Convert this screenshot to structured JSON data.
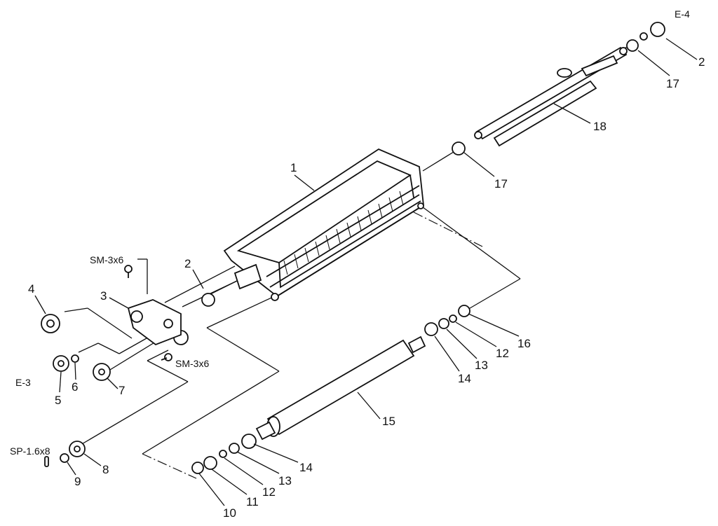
{
  "diagram": {
    "labels": {
      "l1": "1",
      "l2a": "2",
      "l2b": "2",
      "l3": "3",
      "l4": "4",
      "l5": "5",
      "l6": "6",
      "l7": "7",
      "l8": "8",
      "l9": "9",
      "l10": "10",
      "l11": "11",
      "l12a": "12",
      "l12b": "12",
      "l13a": "13",
      "l13b": "13",
      "l14a": "14",
      "l14b": "14",
      "l15": "15",
      "l16": "16",
      "l17a": "17",
      "l17b": "17",
      "l18": "18",
      "e4": "E-4",
      "e3": "E-3",
      "sm3x6a": "SM-3x6",
      "sm3x6b": "SM-3x6",
      "sp16x8": "SP-1.6x8"
    }
  }
}
